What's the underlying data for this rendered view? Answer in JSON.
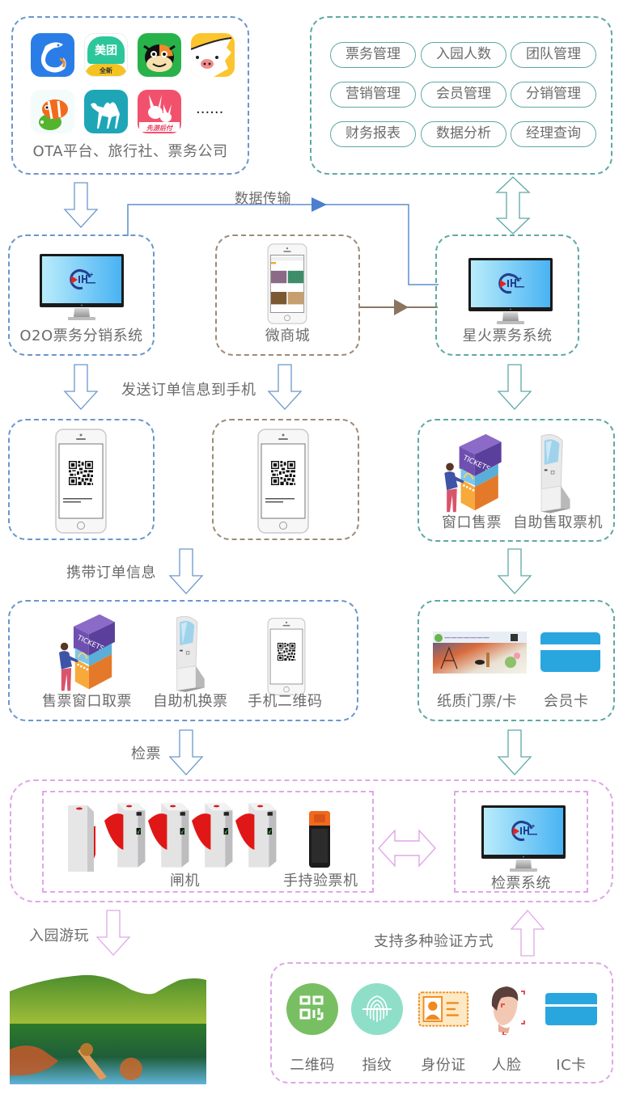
{
  "colors": {
    "blue": "#6a97cc",
    "brown": "#a08a76",
    "teal": "#5ea8a6",
    "pink": "#e0a6e8",
    "text": "#6b6b6b"
  },
  "ota": {
    "label": "OTA平台、旅行社、票务公司",
    "apps": [
      "ctrip-icon",
      "meituan-icon",
      "tuniu-icon",
      "fliggy-icon",
      "tongcheng-icon",
      "qunar-icon",
      "xianyouhoufu-icon"
    ],
    "meituan_text": "美团",
    "meituan_sub": "全新",
    "xianyou_text": "先游后付",
    "more": "......"
  },
  "management": {
    "items": [
      "票务管理",
      "入园人数",
      "团队管理",
      "营销管理",
      "会员管理",
      "分销管理",
      "财务报表",
      "数据分析",
      "经理查询"
    ]
  },
  "flow": {
    "data_transfer": "数据传输",
    "send_order": "发送订单信息到手机",
    "carry_order": "携带订单信息",
    "check_ticket": "检票",
    "enter_park": "入园游玩",
    "multi_verify": "支持多种验证方式"
  },
  "systems": {
    "o2o": "O2O票务分销系统",
    "wechat_mall": "微商城",
    "xinghuo": "星火票务系统",
    "check_system": "检票系统"
  },
  "sales": {
    "window": "窗口售票",
    "self_service": "自助售取票机"
  },
  "redeem": {
    "window_pickup": "售票窗口取票",
    "self_exchange": "自助机换票",
    "mobile_qr": "手机二维码"
  },
  "tickets": {
    "paper": "纸质门票/卡",
    "member_card": "会员卡"
  },
  "gate": {
    "gate_label": "闸机",
    "handheld": "手持验票机"
  },
  "verify_methods": [
    {
      "label": "二维码",
      "icon": "qrcode-icon"
    },
    {
      "label": "指纹",
      "icon": "fingerprint-icon"
    },
    {
      "label": "身份证",
      "icon": "id-card-icon"
    },
    {
      "label": "人脸",
      "icon": "face-icon"
    },
    {
      "label": "IC卡",
      "icon": "ic-card-icon"
    }
  ],
  "kiosk_sign": "TICKETS"
}
